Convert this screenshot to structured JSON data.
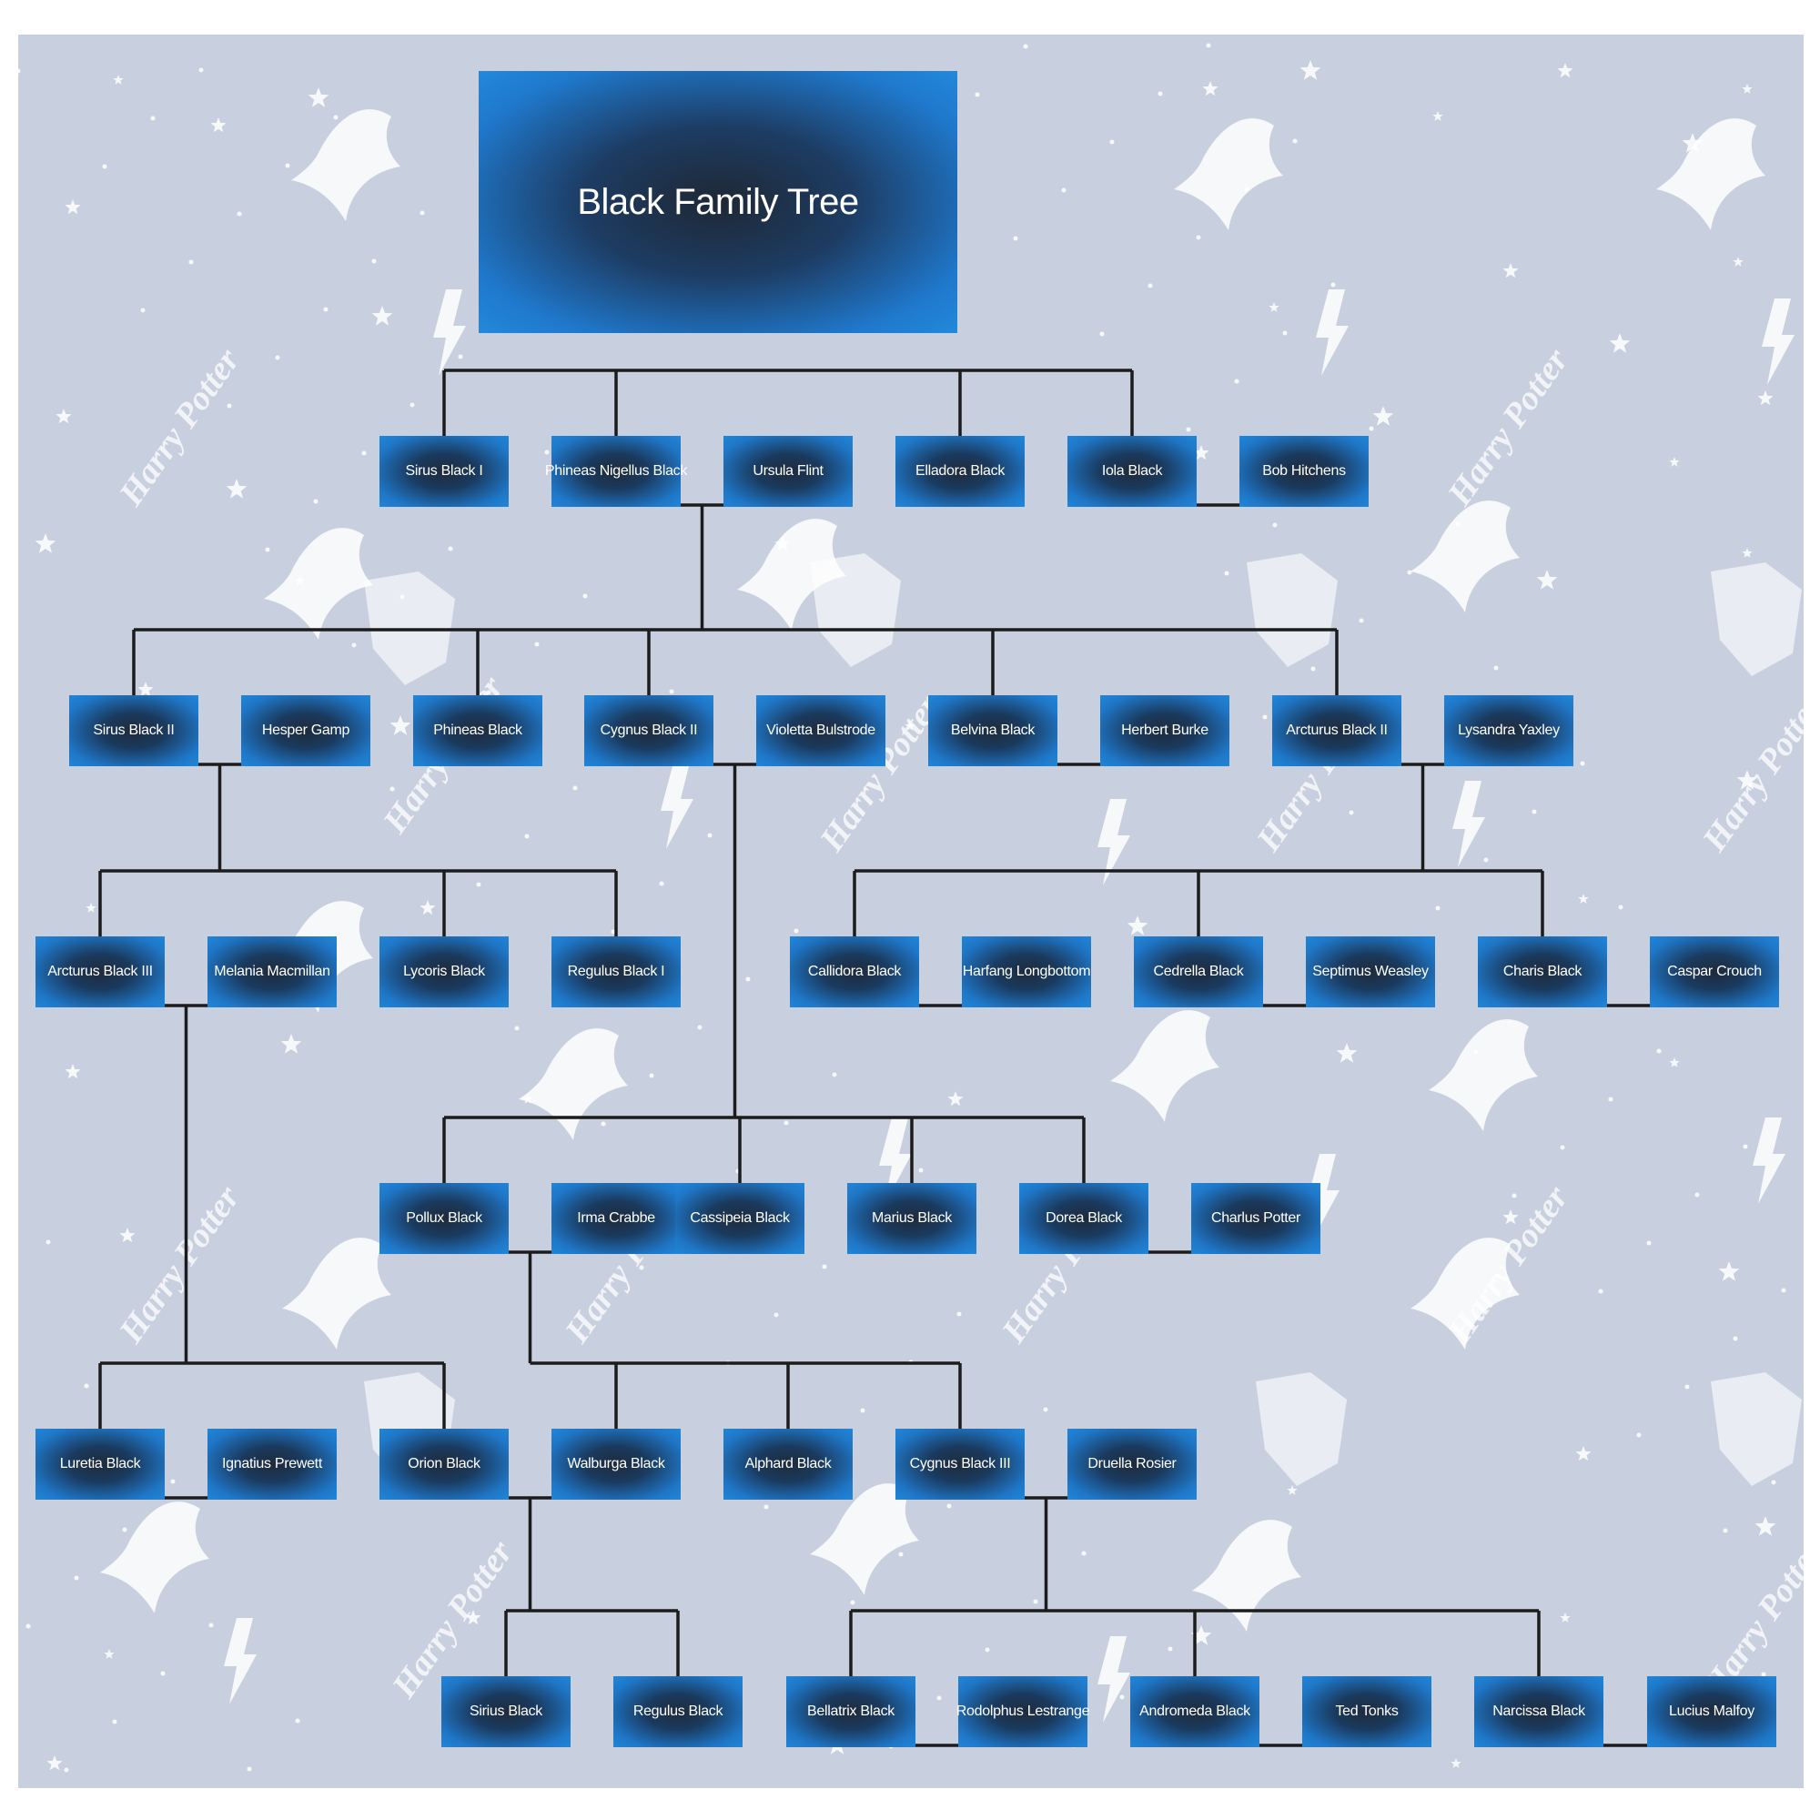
{
  "diagram": {
    "title": "Black Family Tree",
    "colors": {
      "node_dark": "#1f2b3c",
      "node_light": "#2186d8",
      "line": "#1c1c1c",
      "background": "#c8cfdf"
    },
    "background_icons": [
      "owl-silhouette-icon",
      "star-icon",
      "lightning-bolt-icon",
      "hogwarts-crest-icon",
      "harry-potter-logo-icon"
    ],
    "background_logo_text": "Harry Potter",
    "nodes": {
      "sirius_black_i": "Sirus Black I",
      "phineas_nigellus_black": "Phineas Nigellus Black",
      "ursula_flint": "Ursula Flint",
      "elladora_black": "Elladora Black",
      "iola_black": "Iola Black",
      "bob_hitchens": "Bob Hitchens",
      "sirius_black_ii": "Sirus Black II",
      "hesper_gamp": "Hesper Gamp",
      "phineas_black": "Phineas Black",
      "cygnus_black_ii": "Cygnus Black II",
      "violetta_bulstrode": "Violetta Bulstrode",
      "belvina_black": "Belvina Black",
      "herbert_burke": "Herbert Burke",
      "arcturus_black_ii": "Arcturus Black II",
      "lysandra_yaxley": "Lysandra Yaxley",
      "arcturus_black_iii": "Arcturus Black III",
      "melania_macmillan": "Melania Macmillan",
      "lycoris_black": "Lycoris Black",
      "regulus_black_i": "Regulus Black I",
      "callidora_black": "Callidora Black",
      "harfang_longbottom": "Harfang Longbottom",
      "cedrella_black": "Cedrella Black",
      "septimus_weasley": "Septimus Weasley",
      "charis_black": "Charis Black",
      "caspar_crouch": "Caspar Crouch",
      "pollux_black": "Pollux Black",
      "irma_crabbe": "Irma Crabbe",
      "cassiopeia_black": "Cassipeia Black",
      "marius_black": "Marius Black",
      "dorea_black": "Dorea Black",
      "charlus_potter": "Charlus Potter",
      "lucretia_black": "Luretia Black",
      "ignatius_prewett": "Ignatius Prewett",
      "orion_black": "Orion Black",
      "walburga_black": "Walburga Black",
      "alphard_black": "Alphard Black",
      "cygnus_black_iii": "Cygnus Black III",
      "druella_rosier": "Druella Rosier",
      "sirius_black": "Sirius Black",
      "regulus_black": "Regulus Black",
      "bellatrix_black": "Bellatrix Black",
      "rodolphus_lestrange": "Rodolphus Lestrange",
      "andromeda_black": "Andromeda Black",
      "ted_tonks": "Ted Tonks",
      "narcissa_black": "Narcissa Black",
      "lucius_malfoy": "Lucius Malfoy"
    },
    "marriages": [
      [
        "phineas_nigellus_black",
        "ursula_flint"
      ],
      [
        "iola_black",
        "bob_hitchens"
      ],
      [
        "sirius_black_ii",
        "hesper_gamp"
      ],
      [
        "cygnus_black_ii",
        "violetta_bulstrode"
      ],
      [
        "belvina_black",
        "herbert_burke"
      ],
      [
        "arcturus_black_ii",
        "lysandra_yaxley"
      ],
      [
        "arcturus_black_iii",
        "melania_macmillan"
      ],
      [
        "callidora_black",
        "harfang_longbottom"
      ],
      [
        "cedrella_black",
        "septimus_weasley"
      ],
      [
        "charis_black",
        "caspar_crouch"
      ],
      [
        "pollux_black",
        "irma_crabbe"
      ],
      [
        "dorea_black",
        "charlus_potter"
      ],
      [
        "lucretia_black",
        "ignatius_prewett"
      ],
      [
        "orion_black",
        "walburga_black"
      ],
      [
        "cygnus_black_iii",
        "druella_rosier"
      ],
      [
        "bellatrix_black",
        "rodolphus_lestrange"
      ],
      [
        "andromeda_black",
        "ted_tonks"
      ],
      [
        "narcissa_black",
        "lucius_malfoy"
      ]
    ],
    "parent_child": [
      {
        "parents": "title",
        "children": [
          "sirius_black_i",
          "phineas_nigellus_black",
          "elladora_black",
          "iola_black"
        ]
      },
      {
        "parents": [
          "phineas_nigellus_black",
          "ursula_flint"
        ],
        "children": [
          "sirius_black_ii",
          "phineas_black",
          "cygnus_black_ii",
          "belvina_black",
          "arcturus_black_ii"
        ]
      },
      {
        "parents": [
          "sirius_black_ii",
          "hesper_gamp"
        ],
        "children": [
          "arcturus_black_iii",
          "lycoris_black",
          "regulus_black_i"
        ]
      },
      {
        "parents": [
          "arcturus_black_ii",
          "lysandra_yaxley"
        ],
        "children": [
          "callidora_black",
          "cedrella_black",
          "charis_black"
        ]
      },
      {
        "parents": [
          "cygnus_black_ii",
          "violetta_bulstrode"
        ],
        "children": [
          "pollux_black",
          "cassiopeia_black",
          "marius_black",
          "dorea_black"
        ]
      },
      {
        "parents": [
          "arcturus_black_iii",
          "melania_macmillan"
        ],
        "children": [
          "lucretia_black",
          "orion_black"
        ]
      },
      {
        "parents": [
          "pollux_black",
          "irma_crabbe"
        ],
        "children": [
          "walburga_black",
          "alphard_black",
          "cygnus_black_iii"
        ]
      },
      {
        "parents": [
          "orion_black",
          "walburga_black"
        ],
        "children": [
          "sirius_black",
          "regulus_black"
        ]
      },
      {
        "parents": [
          "cygnus_black_iii",
          "druella_rosier"
        ],
        "children": [
          "bellatrix_black",
          "andromeda_black",
          "narcissa_black"
        ]
      }
    ]
  }
}
